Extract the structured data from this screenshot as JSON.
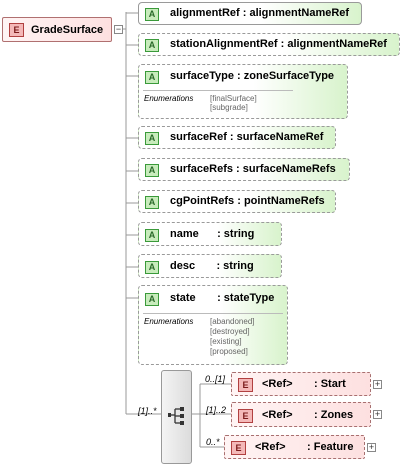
{
  "root": {
    "badge": "E",
    "label": "GradeSurface"
  },
  "attributes": [
    {
      "badge": "A",
      "label": "alignmentRef : alignmentNameRef",
      "enum_title": "",
      "enumerations": []
    },
    {
      "badge": "A",
      "label": "stationAlignmentRef : alignmentNameRef",
      "enum_title": "",
      "enumerations": []
    },
    {
      "badge": "A",
      "label": "surfaceType : zoneSurfaceType",
      "enum_title": "Enumerations",
      "enumerations": [
        "[finalSurface]",
        "[subgrade]"
      ]
    },
    {
      "badge": "A",
      "label": "surfaceRef : surfaceNameRef",
      "enum_title": "",
      "enumerations": []
    },
    {
      "badge": "A",
      "label": "surfaceRefs : surfaceNameRefs",
      "enum_title": "",
      "enumerations": []
    },
    {
      "badge": "A",
      "label": "cgPointRefs : pointNameRefs",
      "enum_title": "",
      "enumerations": []
    },
    {
      "badge": "A",
      "label": "name      : string",
      "enum_title": "",
      "enumerations": []
    },
    {
      "badge": "A",
      "label": "desc       : string",
      "enum_title": "",
      "enumerations": []
    },
    {
      "badge": "A",
      "label": "state       : stateType",
      "enum_title": "Enumerations",
      "enumerations": [
        "[abandoned]",
        "[destroyed]",
        "[existing]",
        "[proposed]"
      ]
    }
  ],
  "sequence": {
    "multiplicity": "[1]..*"
  },
  "children": [
    {
      "badge": "E",
      "ref": "<Ref>",
      "name": ": Start",
      "multiplicity": "0..[1]"
    },
    {
      "badge": "E",
      "ref": "<Ref>",
      "name": ": Zones",
      "multiplicity": "[1]..2"
    },
    {
      "badge": "E",
      "ref": "<Ref>",
      "name": ": Feature",
      "multiplicity": "0..*"
    }
  ],
  "colors": {
    "attribute_fill": "#d8f3cc",
    "element_fill": "#f4b8b8",
    "connector": "#999999"
  }
}
